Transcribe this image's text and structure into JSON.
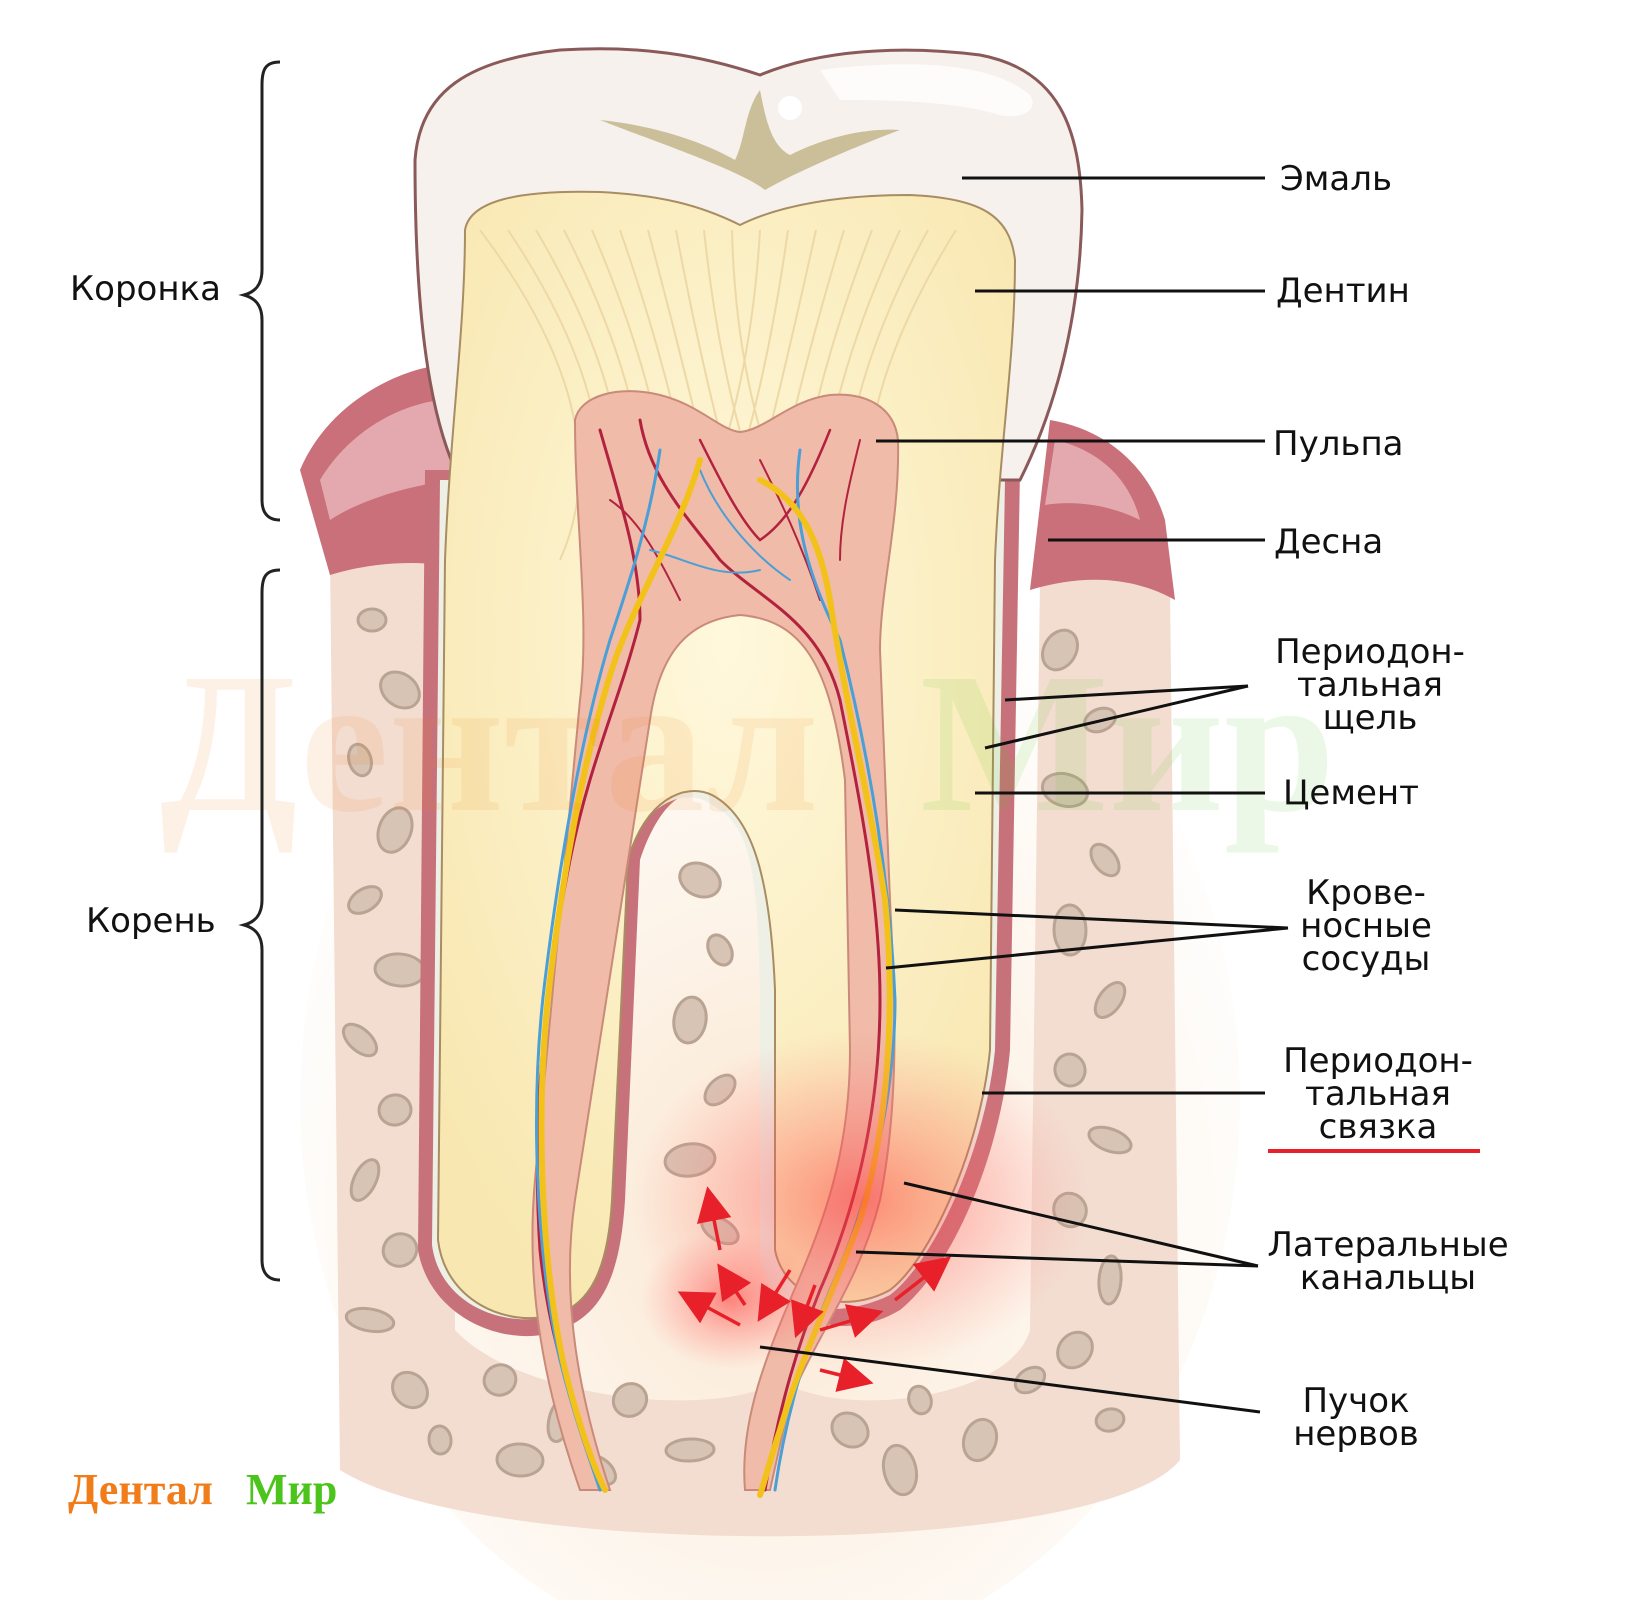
{
  "brackets": {
    "crown": "Коронка",
    "root": "Корень"
  },
  "labels": {
    "enamel": "Эмаль",
    "dentin": "Дентин",
    "pulp": "Пульпа",
    "gum": "Десна",
    "pdl_gap": [
      "Периодон-",
      "тальная",
      "щель"
    ],
    "cementum": "Цемент",
    "vessels": [
      "Крове-",
      "носные",
      "сосуды"
    ],
    "ligament": [
      "Периодон-",
      "тальная",
      "связка"
    ],
    "lateral": [
      "Латеральные",
      "канальцы"
    ],
    "nerves": [
      "Пучок",
      "нервов"
    ]
  },
  "watermark": {
    "part1": "Дентал",
    "part2": "Мир"
  },
  "brand": {
    "part1": "Дентал",
    "part2": "Мир"
  },
  "colors": {
    "enamel": "#f6f1ec",
    "dentin": "#fbeec0",
    "pulp": "#f0bba8",
    "gum": "#c9707a",
    "bone": "#f3ddd0",
    "bone_cell": "#d6c2b3",
    "nerve": "#f2c21b",
    "artery": "#b2223f",
    "vein": "#4a9fd6",
    "highlight": "#e8202a",
    "brand_orange": "#f07d1a",
    "brand_green": "#4cc41c"
  }
}
